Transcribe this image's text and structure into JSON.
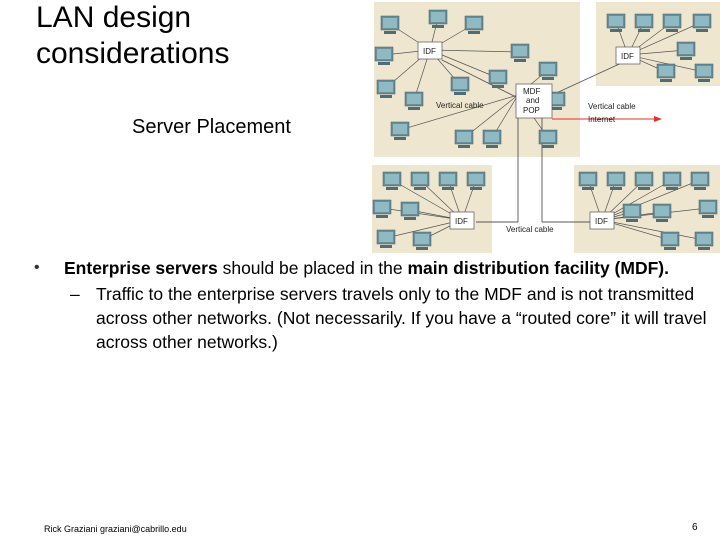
{
  "slide": {
    "title": "LAN design considerations",
    "subtitle": "Server Placement",
    "bullet_main_bold1": "Enterprise servers",
    "bullet_main_text": " should be placed in the ",
    "bullet_main_bold2": "main distribution facility (MDF).",
    "sub_bullet_dash": "–",
    "sub_bullet": "Traffic to the enterprise servers travels only to the MDF and is not transmitted across other networks.  (Not necessarily.  If you have a “routed core” it will travel across other networks.)",
    "footer_left": "Rick Graziani  graziani@cabrillo.edu",
    "page_number": "6"
  },
  "diagram": {
    "idf_label": "IDF",
    "mdf_label_1": "MDF",
    "mdf_label_2": "and",
    "mdf_label_3": "POP",
    "vertical_cable_label": "Vertical cable",
    "internet_label": "Internet",
    "colors": {
      "panel": "#efe6cf",
      "computer_body": "#6a8f99",
      "computer_screen": "#8fbac4",
      "line": "#555555",
      "arrow": "#e0302a"
    }
  }
}
